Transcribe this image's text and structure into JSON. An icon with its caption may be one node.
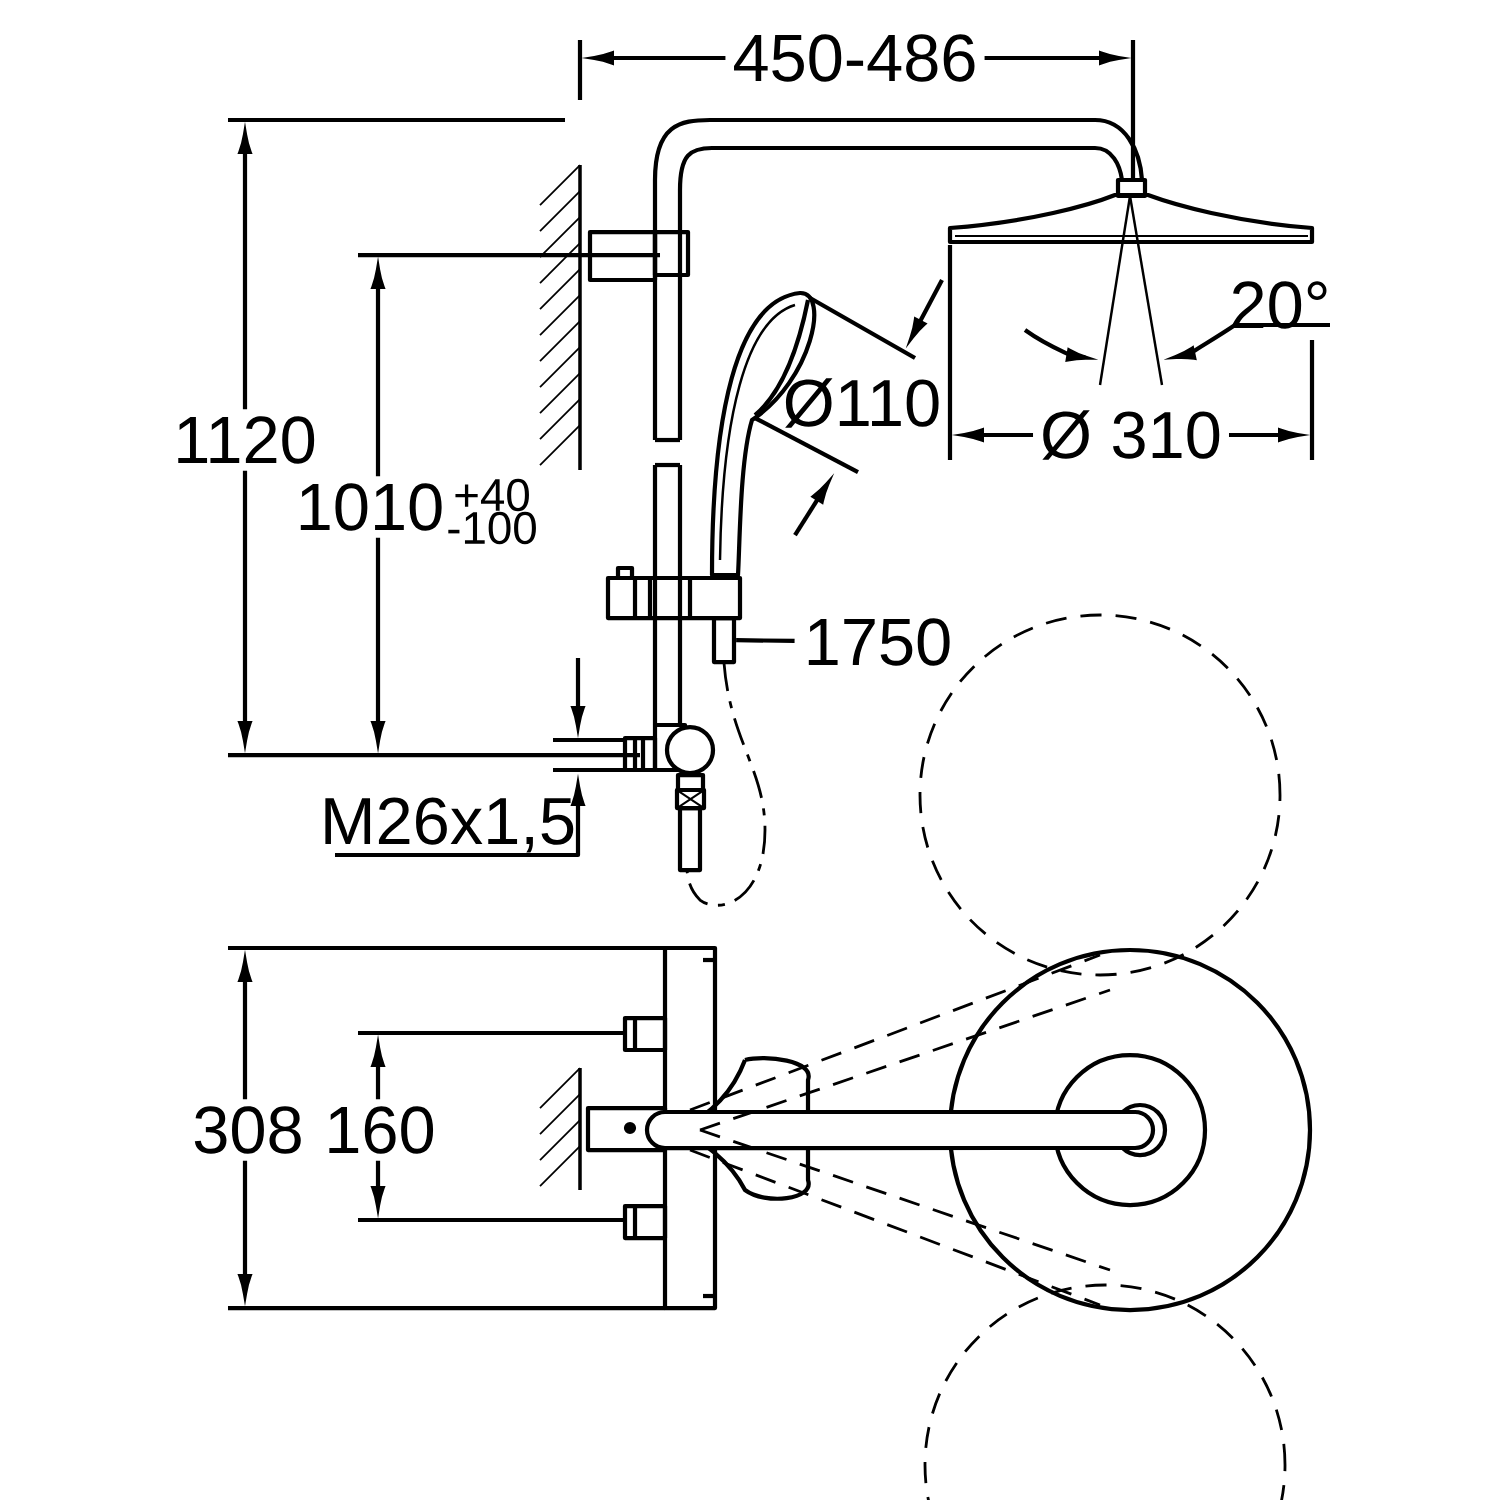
{
  "diagram": {
    "nodes": [
      {
        "text": [
          "1750"
        ]
      },
      {
        "text": [],
        "shape": "bar"
      }
    ],
    "edges": [
      {
        "from": 0,
        "to": 1,
        "arrow": "none"
      }
    ],
    "labels": [
      "450-486",
      "20°",
      "1120",
      "Ø110",
      "Ø 310",
      "1010",
      "+40",
      "-100",
      "M26x1,5",
      "308",
      "160"
    ]
  }
}
